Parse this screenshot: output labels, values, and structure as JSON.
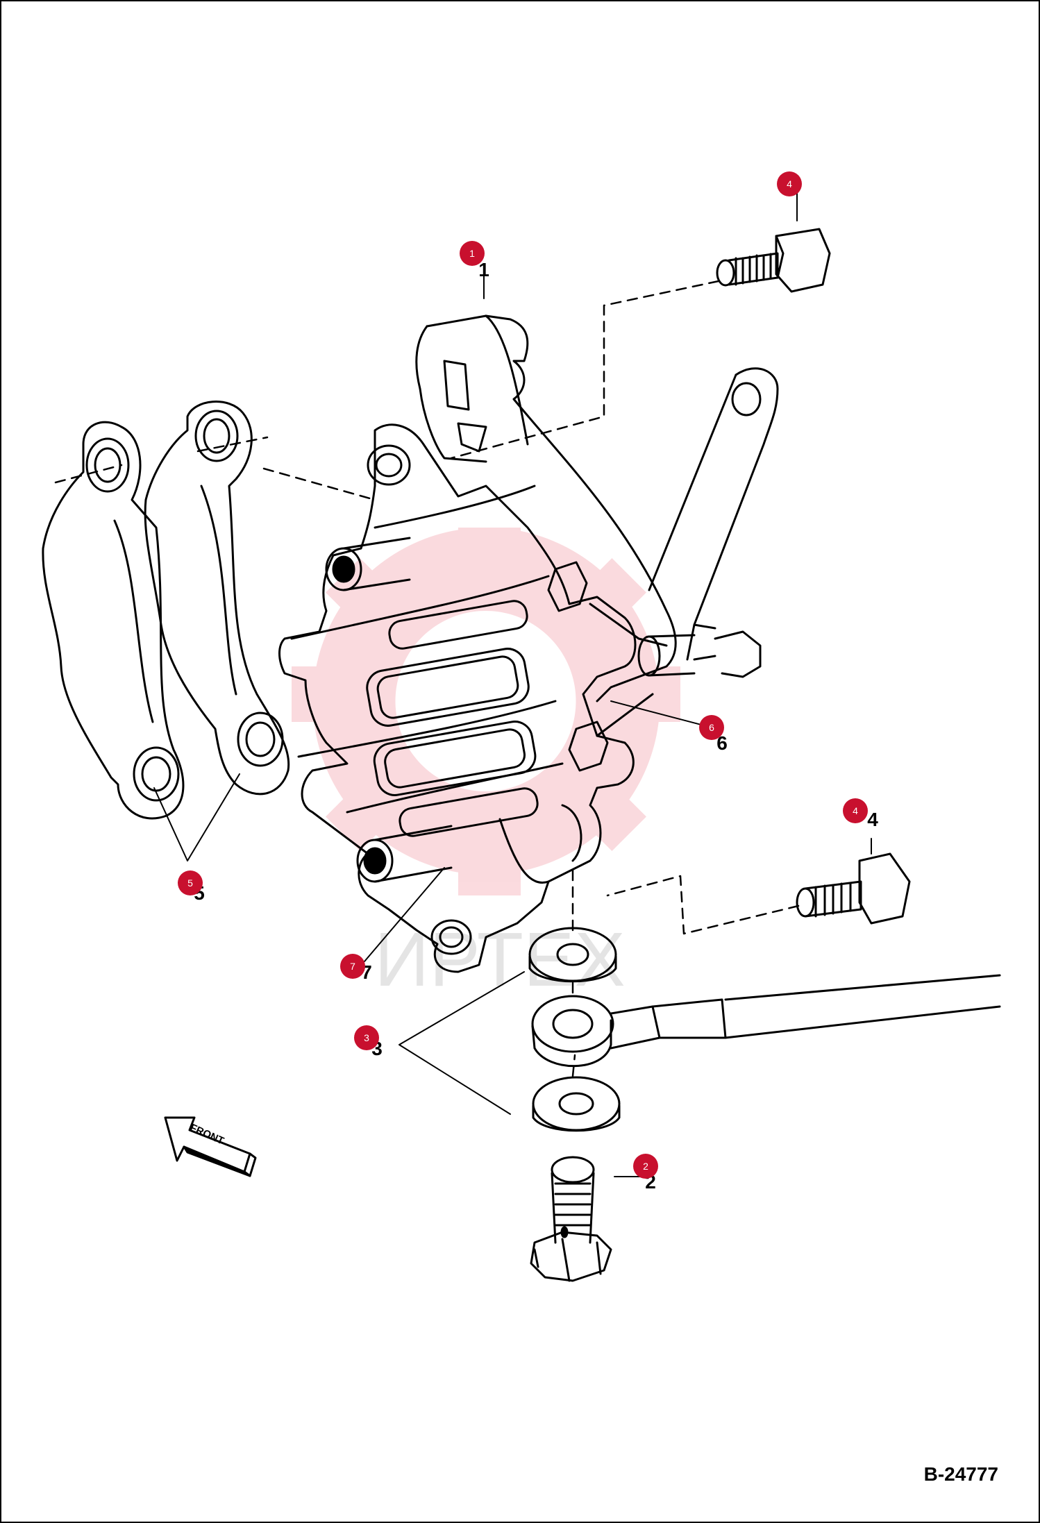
{
  "figure": {
    "code": "B-24777",
    "front_label": "FRONT",
    "callout_color": "#c8102e"
  },
  "callouts": [
    {
      "id": "c1",
      "number": "1",
      "label": "1"
    },
    {
      "id": "c2",
      "number": "2",
      "label": "2"
    },
    {
      "id": "c3",
      "number": "3",
      "label": "3"
    },
    {
      "id": "c4a",
      "number": "4",
      "label": ""
    },
    {
      "id": "c4b",
      "number": "4",
      "label": "4"
    },
    {
      "id": "c5",
      "number": "5",
      "label": "5"
    },
    {
      "id": "c6",
      "number": "6",
      "label": "6"
    },
    {
      "id": "c7",
      "number": "7",
      "label": "7"
    }
  ]
}
